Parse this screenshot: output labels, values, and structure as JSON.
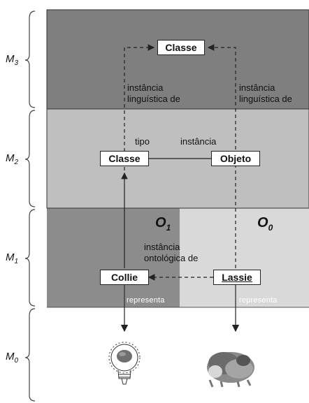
{
  "levels": [
    {
      "letter": "M",
      "sub": "3"
    },
    {
      "letter": "M",
      "sub": "2"
    },
    {
      "letter": "M",
      "sub": "1"
    },
    {
      "letter": "M",
      "sub": "0"
    }
  ],
  "boxes": {
    "m3_classe": "Classe",
    "m2_classe": "Classe",
    "m2_objeto": "Objeto",
    "m1_collie": "Collie",
    "m1_lassie": "Lassie"
  },
  "labels": {
    "ling_left_1": "instância",
    "ling_left_2": "linguística de",
    "ling_right_1": "instância",
    "ling_right_2": "linguística de",
    "tipo": "tipo",
    "instancia": "instância",
    "onto_1": "instância",
    "onto_2": "ontológica de",
    "rep_left": "representa",
    "rep_right": "representa"
  },
  "ontological": [
    {
      "letter": "O",
      "sub": "1"
    },
    {
      "letter": "O",
      "sub": "0"
    }
  ],
  "colors": {
    "m3_band": "#7f7f7f",
    "m2_band": "#bfbfbf",
    "m1_left_band": "#8c8c8c",
    "m1_right_band": "#d9d9d9"
  },
  "icons": [
    "lightbulb-icon",
    "dog-photo"
  ]
}
